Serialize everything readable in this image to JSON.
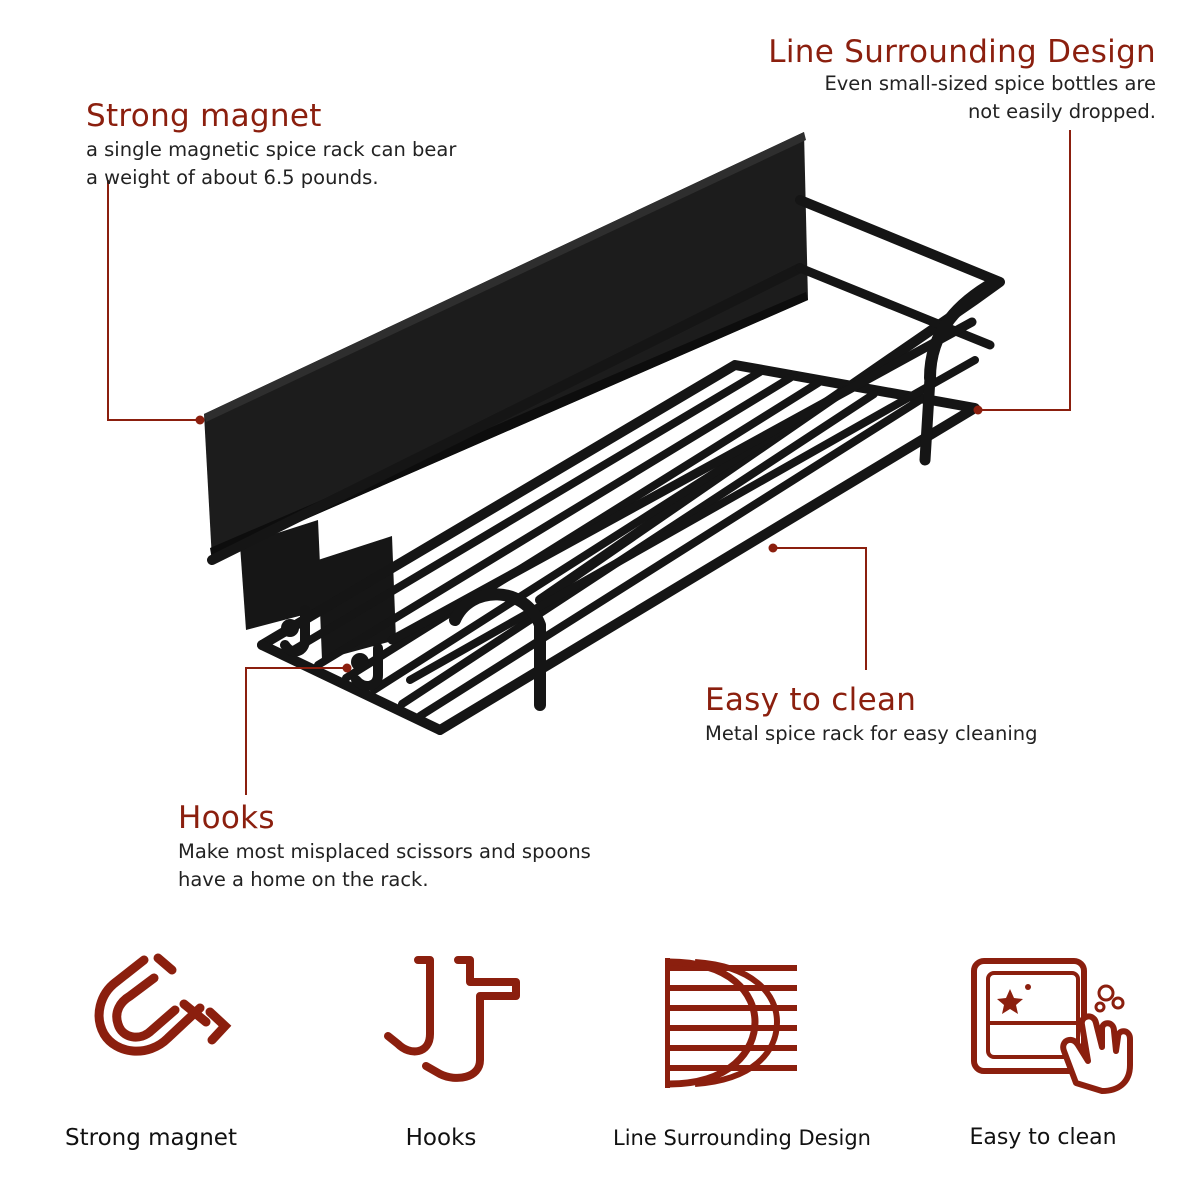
{
  "accent_color": "#8b1f0e",
  "callouts": {
    "strong_magnet": {
      "title": "Strong magnet",
      "lines": [
        "a single magnetic spice rack can bear",
        "a weight of about 6.5 pounds."
      ]
    },
    "line_surrounding": {
      "title": "Line Surrounding Design",
      "lines": [
        "Even small-sized spice bottles are",
        "not easily dropped."
      ]
    },
    "easy_clean": {
      "title": "Easy to clean",
      "lines": [
        "Metal spice rack for easy cleaning"
      ]
    },
    "hooks": {
      "title": "Hooks",
      "lines": [
        "Make most misplaced scissors and spoons",
        "have a home on the rack."
      ]
    }
  },
  "features": [
    {
      "icon": "magnet-icon",
      "label": "Strong magnet"
    },
    {
      "icon": "hooks-icon",
      "label": "Hooks"
    },
    {
      "icon": "line-surrounding-icon",
      "label": "Line Surrounding Design"
    },
    {
      "icon": "easy-clean-icon",
      "label": "Easy to clean"
    }
  ]
}
